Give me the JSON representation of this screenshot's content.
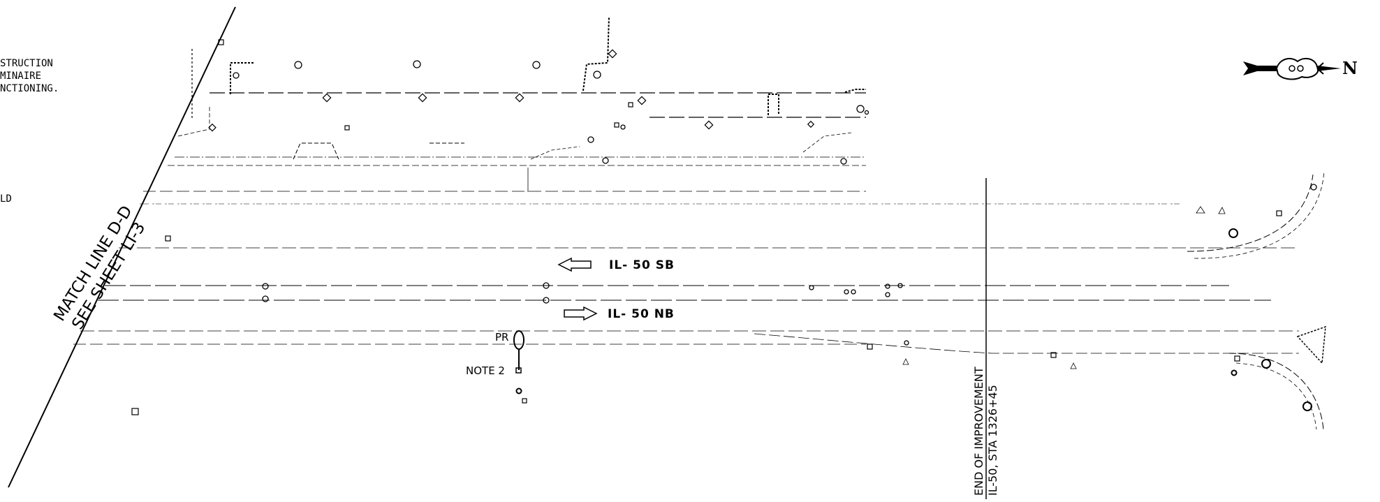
{
  "notes_fragment": {
    "line1": "STRUCTION",
    "line2": "MINAIRE",
    "line3": "NCTIONING.",
    "line4": "LD"
  },
  "match_line": {
    "line1": "MATCH LINE D-D",
    "line2": "SEE SHEET LI-3"
  },
  "roads": {
    "southbound": "IL- 50  SB",
    "northbound": "IL- 50  NB"
  },
  "callouts": {
    "pr": "PR",
    "note2": "NOTE 2"
  },
  "end_of_improvement": {
    "line1": "END OF IMPROVEMENT",
    "line2": "IL-50, STA 1326+45"
  },
  "north_arrow": {
    "letter": "N"
  },
  "colors": {
    "ink": "#000000",
    "paper": "#ffffff"
  }
}
